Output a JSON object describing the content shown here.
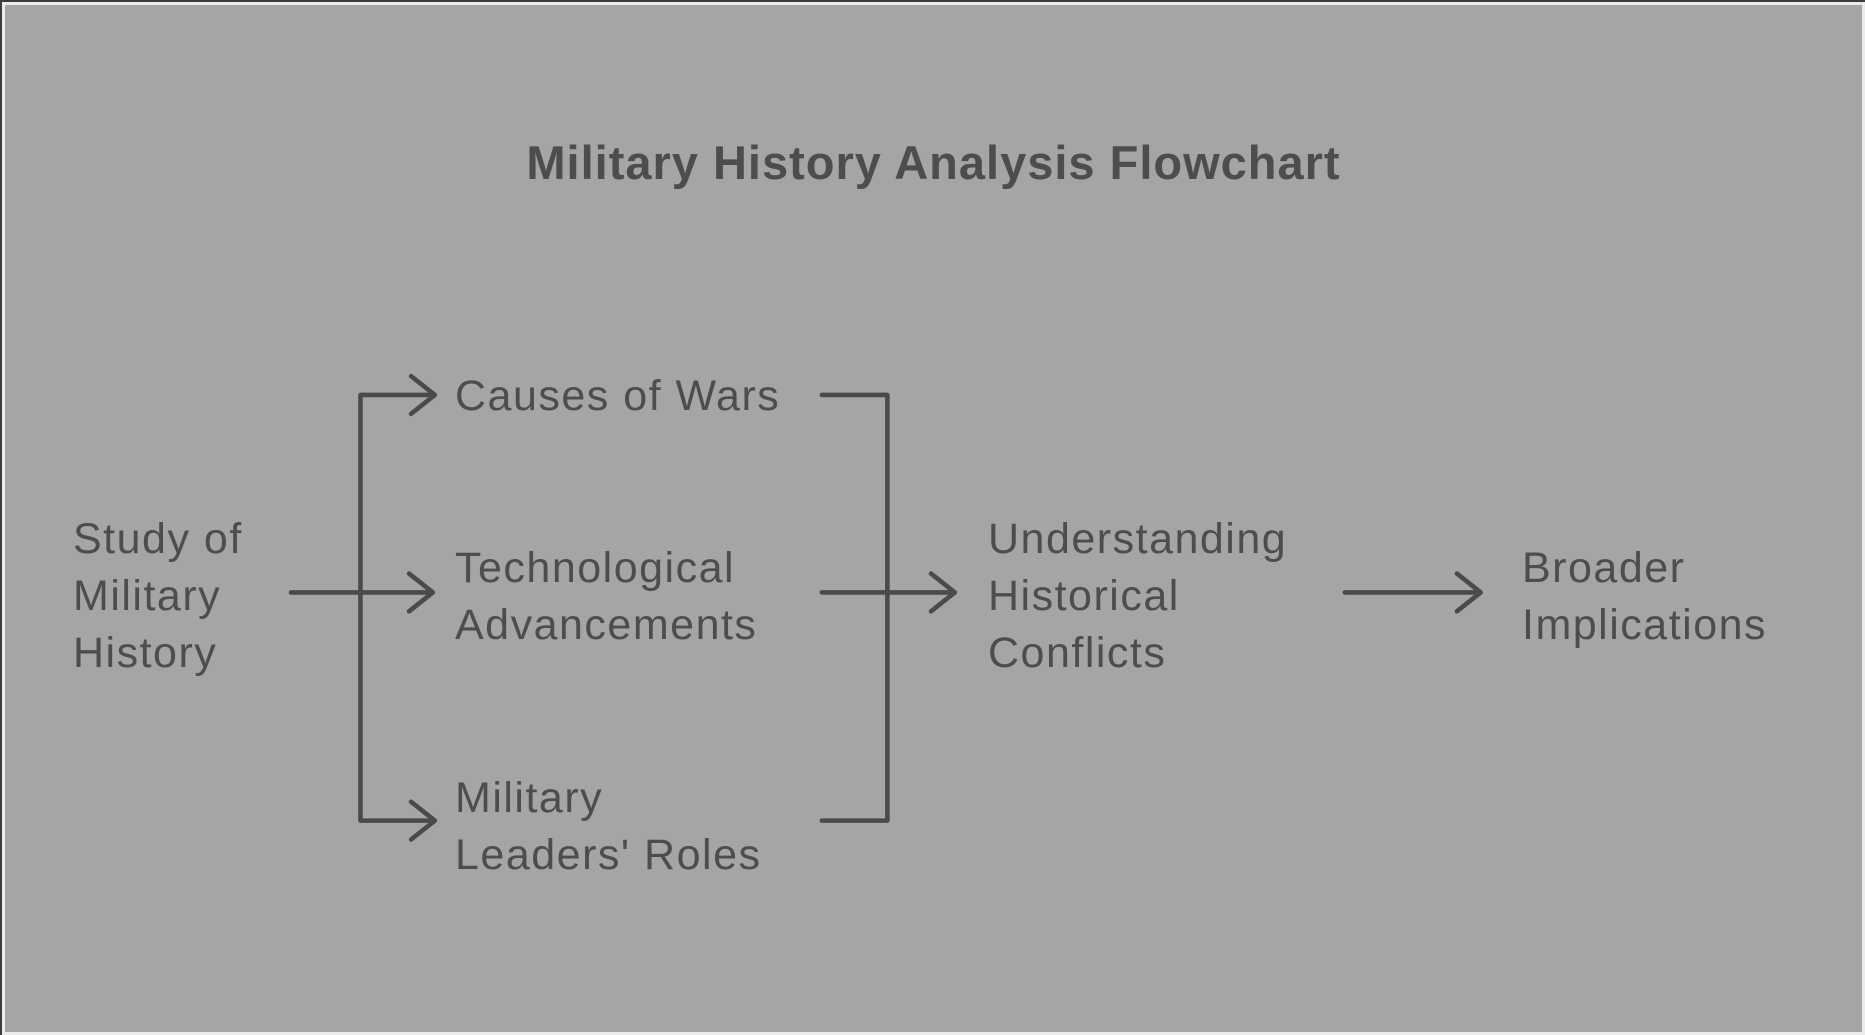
{
  "title": "Military History Analysis Flowchart",
  "colors": {
    "background": "#a5a5a5",
    "line": "#4a4a4a",
    "text": "#4d4d4d",
    "frame_outer": "#3d3d3d",
    "frame_inner": "#ececec"
  },
  "nodes": {
    "study": {
      "label": "Study of\nMilitary\nHistory"
    },
    "causes": {
      "label": "Causes of Wars"
    },
    "tech": {
      "label": "Technological\nAdvancements"
    },
    "leaders": {
      "label": "Military\nLeaders' Roles"
    },
    "understanding": {
      "label": "Understanding\nHistorical\nConflicts"
    },
    "broader": {
      "label": "Broader\nImplications"
    }
  },
  "edges": [
    {
      "from": "Study of Military History",
      "to": "Causes of Wars"
    },
    {
      "from": "Study of Military History",
      "to": "Technological Advancements"
    },
    {
      "from": "Study of Military History",
      "to": "Military Leaders' Roles"
    },
    {
      "from": "Causes of Wars",
      "to": "Understanding Historical Conflicts"
    },
    {
      "from": "Technological Advancements",
      "to": "Understanding Historical Conflicts"
    },
    {
      "from": "Military Leaders' Roles",
      "to": "Understanding Historical Conflicts"
    },
    {
      "from": "Understanding Historical Conflicts",
      "to": "Broader Implications"
    }
  ]
}
